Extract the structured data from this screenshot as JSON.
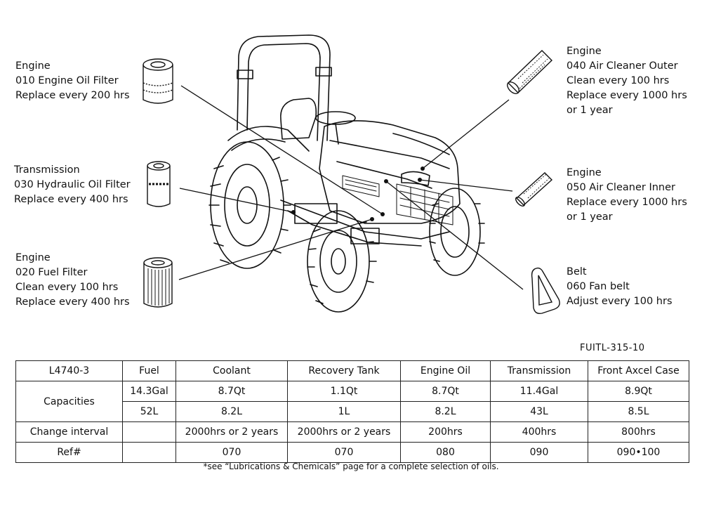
{
  "callouts": {
    "oil_filter": {
      "category": "Engine",
      "part": "010 Engine Oil Filter",
      "service": "Replace every 200 hrs"
    },
    "hydraulic_filter": {
      "category": "Transmission",
      "part": "030 Hydraulic Oil Filter",
      "service": "Replace every 400 hrs"
    },
    "fuel_filter": {
      "category": "Engine",
      "part": "020 Fuel Filter",
      "service": "Clean every 100 hrs",
      "service2": "Replace every 400 hrs"
    },
    "air_outer": {
      "category": "Engine",
      "part": "040 Air Cleaner Outer",
      "service": "Clean every 100 hrs",
      "service2": "Replace every 1000 hrs",
      "service3": "or 1 year"
    },
    "air_inner": {
      "category": "Engine",
      "part": "050 Air Cleaner Inner",
      "service": "Replace every 1000 hrs",
      "service2": "or 1 year"
    },
    "fan_belt": {
      "category": "Belt",
      "part": "060 Fan belt",
      "service": "Adjust every 100 hrs"
    }
  },
  "figure_code": "FUITL-315-10",
  "table": {
    "model": "L4740-3",
    "columns": [
      "Fuel",
      "Coolant",
      "Recovery Tank",
      "Engine Oil",
      "Transmission",
      "Front Axcel Case"
    ],
    "capacities_label": "Capacities",
    "capacities_us": [
      "14.3Gal",
      "8.7Qt",
      "1.1Qt",
      "8.7Qt",
      "11.4Gal",
      "8.9Qt"
    ],
    "capacities_metric": [
      "52L",
      "8.2L",
      "1L",
      "8.2L",
      "43L",
      "8.5L"
    ],
    "interval_label": "Change interval",
    "intervals": [
      "",
      "2000hrs or 2 years",
      "2000hrs or 2 years",
      "200hrs",
      "400hrs",
      "800hrs"
    ],
    "ref_label": "Ref#",
    "refs": [
      "",
      "070",
      "070",
      "080",
      "090",
      "090•100"
    ]
  },
  "footnote": "*see “Lubrications & Chemicals” page for a complete selection of oils."
}
